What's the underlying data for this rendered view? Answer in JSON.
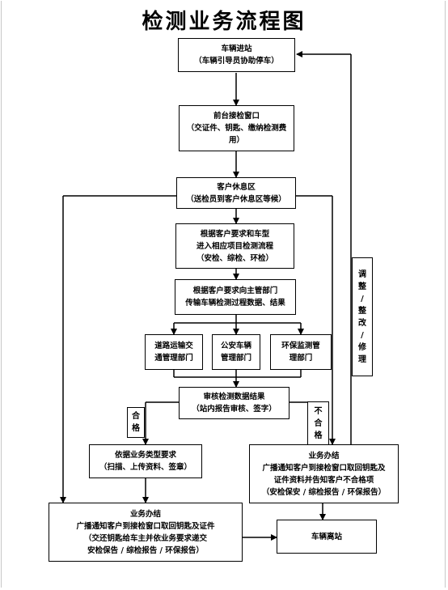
{
  "title": "检测业务流程图",
  "nodes": {
    "arrival": [
      "车辆进站",
      "（车辆引导员协助停车）"
    ],
    "front_desk": [
      "前台接检窗口",
      "（交证件、钥匙、缴纳检测费",
      "用）"
    ],
    "lounge": [
      "客户休息区",
      "（送检员到客户休息区等候）"
    ],
    "inspection": [
      "根据客户要求和车型",
      "进入相应项目检测流程",
      "（安检、综检、环检）"
    ],
    "transmit": [
      "根据客户要求向主管部门",
      "传输车辆检测过程数据、结果"
    ],
    "road_dept": [
      "道路运输交",
      "通管理部门"
    ],
    "police_dept": [
      "公安车辆",
      "管理部门"
    ],
    "env_dept": [
      "环保监测管",
      "理部门"
    ],
    "review": [
      "审核检测数据结果",
      "（站内报告审核、签字）"
    ],
    "business_type": [
      "依据业务类型要求",
      "（扫描、上传资料、签章）"
    ],
    "fail_handling": [
      "业务办结",
      "广播通知客户到接检窗口取回钥匙及",
      "证件资料并告知客户不合格项",
      "（安检保安 / 综检报告 / 环保报告）"
    ],
    "pass_handling": [
      "业务办结",
      "广播通知客户到接检窗口取回钥匙及证件",
      "（交还钥匙给车主并依业务要求递交",
      "安检保告 / 综检报告 / 环保报告）"
    ],
    "departure": [
      "车辆离站"
    ]
  },
  "labels": {
    "pass": [
      "合",
      "格"
    ],
    "fail": [
      "不",
      "合",
      "格"
    ],
    "adjust": [
      "调",
      "整",
      "/",
      "整",
      "改",
      "/",
      "修",
      "理"
    ]
  }
}
